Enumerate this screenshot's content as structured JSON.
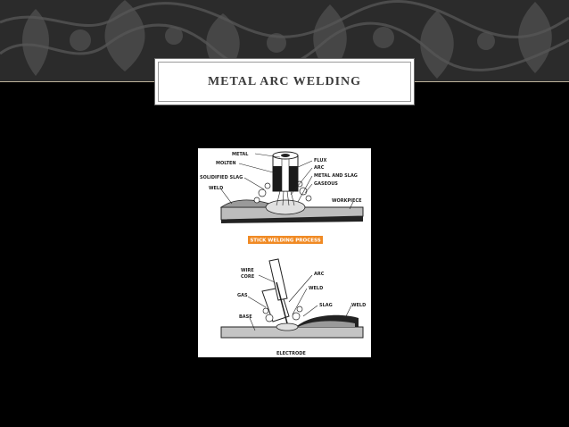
{
  "slide": {
    "title": "METAL ARC WELDING"
  },
  "diagram": {
    "top": {
      "labels": {
        "metal": "METAL",
        "molten": "MOLTEN",
        "solidified_slag": "SOLIDIFIED SLAG",
        "weld": "WELD",
        "flux": "FLUX",
        "arc": "ARC",
        "metal_and_slag": "METAL AND SLAG",
        "gaseous": "GASEOUS",
        "workpiece": "WORKPIECE"
      },
      "caption": "STICK WELDING PROCESS"
    },
    "bottom": {
      "labels": {
        "wire": "WIRE",
        "core": "CORE",
        "arc": "ARC",
        "weld_center": "WELD",
        "gas": "GAS",
        "slag": "SLAG",
        "weld_right": "WELD",
        "base": "BASE",
        "electrode": "ELECTRODE"
      }
    }
  },
  "colors": {
    "caption_orange": "#f08a24",
    "header_bg": "#2b2b2b"
  }
}
